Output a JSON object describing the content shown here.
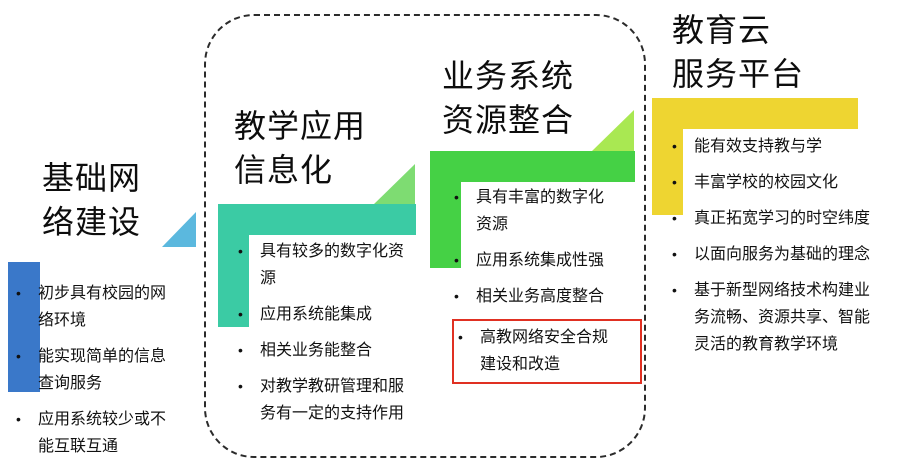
{
  "diagram": {
    "dashed_box_color": "#2b2b2b",
    "highlight_box_color": "#e03022",
    "stages": [
      {
        "name": "基础网络建设",
        "title_lines": [
          "基础网",
          "络建设"
        ],
        "bar_color": "#3a78c9",
        "accent_color": "#5bb8de",
        "bullets": [
          "初步具有校园的网络环境",
          "能实现简单的信息查询服务",
          "应用系统较少或不能互联互通"
        ]
      },
      {
        "name": "教学应用信息化",
        "title_lines": [
          "教学应用",
          "信息化"
        ],
        "bar_color": "#3bcba4",
        "accent_color": "#7edc72",
        "bullets": [
          "具有较多的数字化资源",
          "应用系统能集成",
          "相关业务能整合",
          "对教学教研管理和服务有一定的支持作用"
        ]
      },
      {
        "name": "业务系统资源整合",
        "title_lines": [
          "业务系统",
          "资源整合"
        ],
        "bar_color": "#45d145",
        "accent_color": "#a9e852",
        "bullets": [
          "具有丰富的数字化资源",
          "应用系统集成性强",
          "相关业务高度整合",
          "高教网络安全合规建设和改造"
        ],
        "highlighted_bullet": "高教网络安全合规建设和改造"
      },
      {
        "name": "教育云服务平台",
        "title_lines": [
          "教育云",
          "服务平台"
        ],
        "bar_color": "#eed531",
        "bullets": [
          "能有效支持教与学",
          "丰富学校的校园文化",
          "真正拓宽学习的时空纬度",
          "以面向服务为基础的理念",
          "基于新型网络技术构建业务流畅、资源共享、智能灵活的教育教学环境"
        ]
      }
    ]
  }
}
